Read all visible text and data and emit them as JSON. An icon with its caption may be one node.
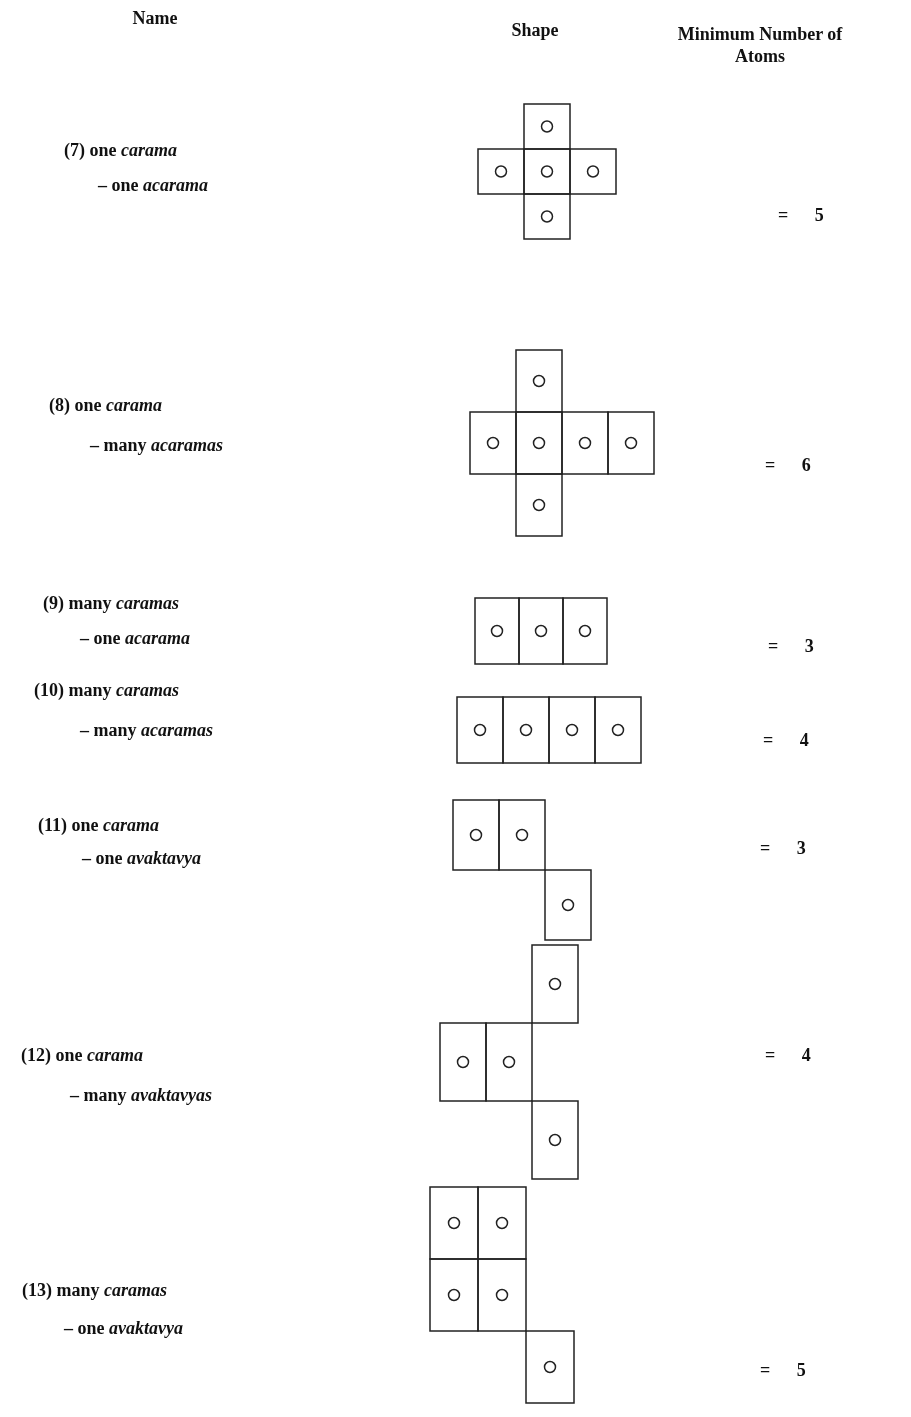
{
  "diagram": {
    "labels": [
      "Name",
      "Shape",
      "Minimum Number of Atoms",
      "(7) one *carama*",
      "– one *acarama*",
      "= 5",
      "(8) one *carama*",
      "– many *acaramas*",
      "= 6",
      "(9) many *caramas*",
      "– one *acarama*",
      "= 3",
      "(10) many *caramas*",
      "– many *acaramas*",
      "= 4",
      "(11) one *carama*",
      "– one *avaktavya*",
      "= 3",
      "(12) one *carama*",
      "– many *avaktavyas*",
      "= 4",
      "(13) many *caramas*",
      "– one *avaktavya*",
      "= 5"
    ]
  }
}
